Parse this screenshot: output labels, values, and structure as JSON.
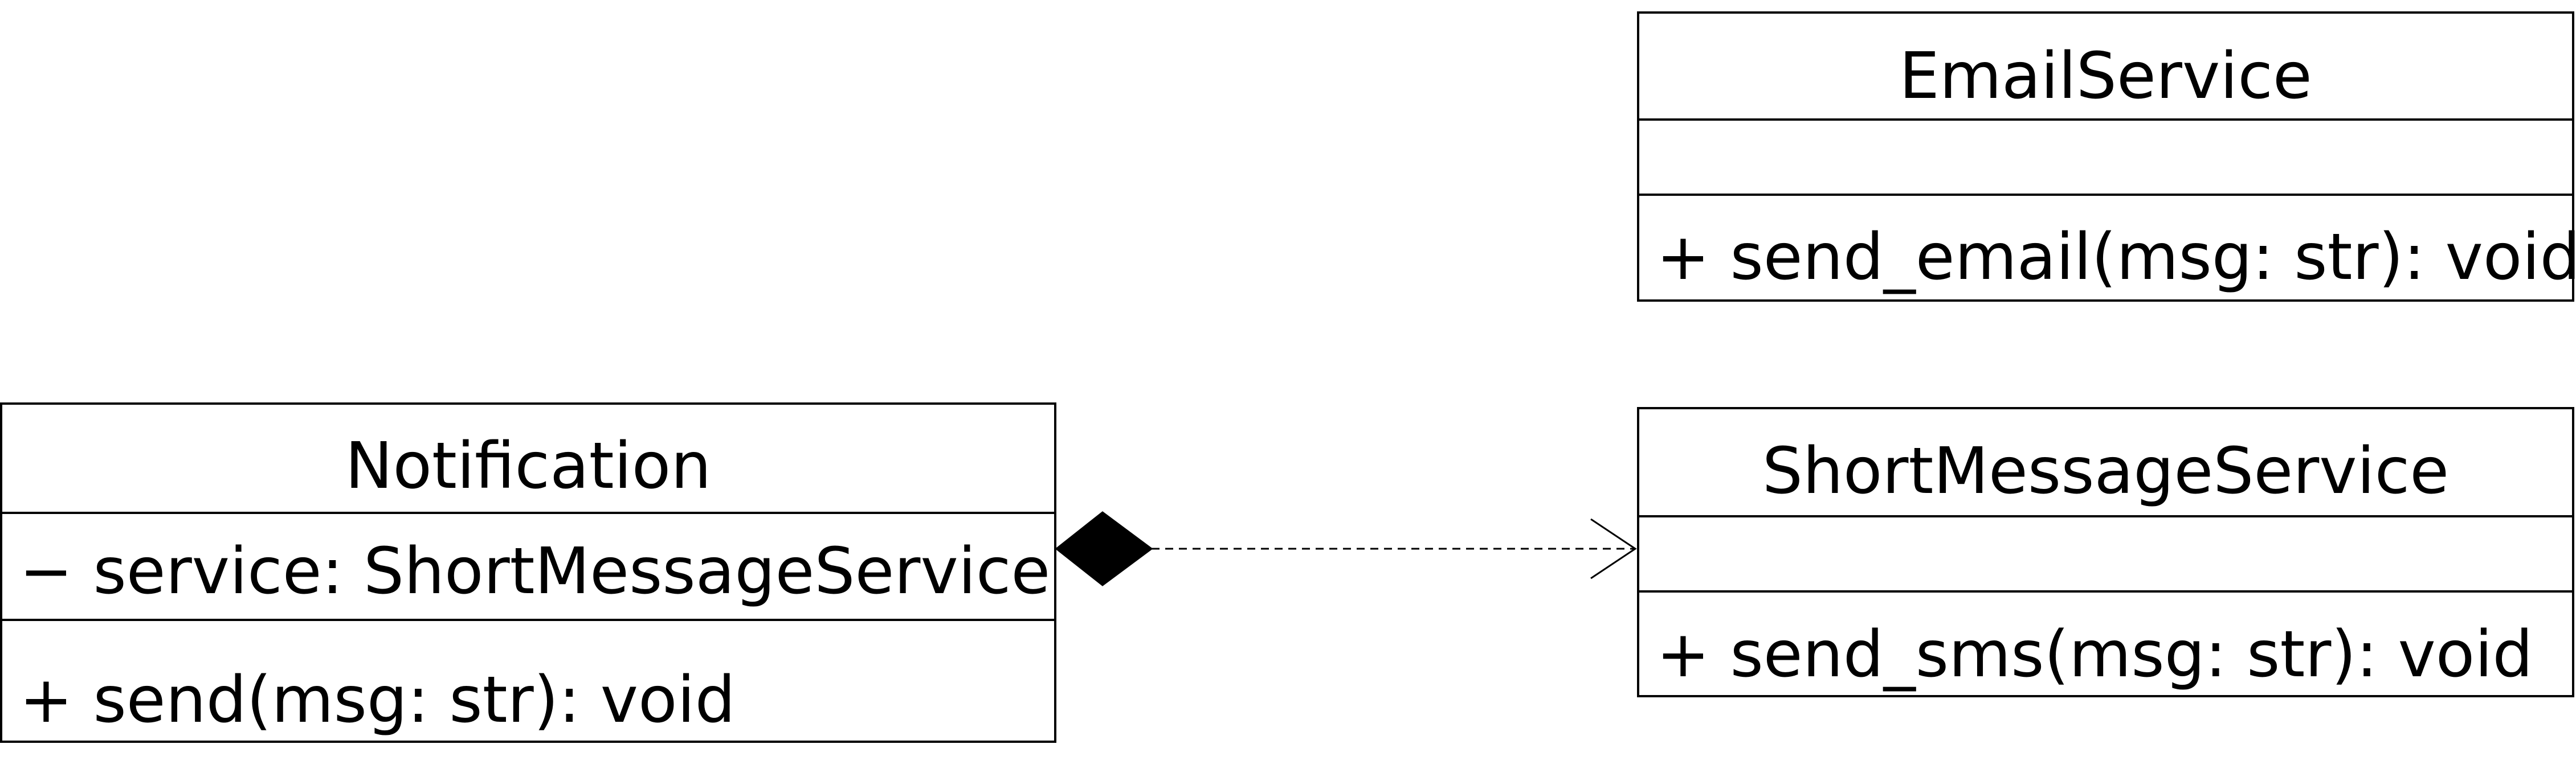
{
  "classes": {
    "email_service": {
      "name": "EmailService",
      "attributes": [],
      "methods": [
        "+ send_email(msg: str): void"
      ]
    },
    "notification": {
      "name": "Notification",
      "attributes": [
        "− service: ShortMessageService"
      ],
      "methods": [
        "+ send(msg: str): void"
      ]
    },
    "short_message_service": {
      "name": "ShortMessageService",
      "attributes": [],
      "methods": [
        "+ send_sms(msg: str): void"
      ]
    }
  },
  "relationships": [
    {
      "type": "composition",
      "whole": "Notification",
      "part": "ShortMessageService",
      "line_style": "dashed",
      "arrowhead": "open"
    }
  ],
  "colors": {
    "line": "#000000",
    "background": "#ffffff"
  }
}
